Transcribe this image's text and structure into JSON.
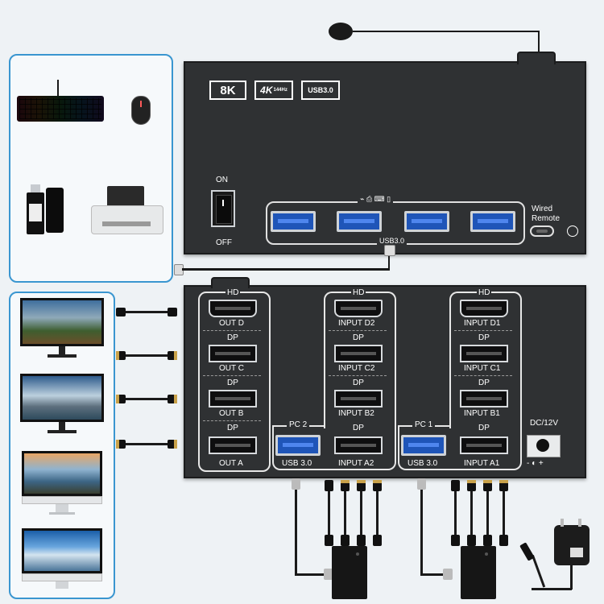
{
  "badges": {
    "res8k": "8K",
    "res4k": "4K",
    "hz": "144Hz",
    "usb": "USB3.0"
  },
  "top_unit": {
    "switch_on": "ON",
    "switch_off": "OFF",
    "usb_hub_label": "USB3.0",
    "wired_remote_line1": "Wired",
    "wired_remote_line2": "Remote"
  },
  "bottom_unit": {
    "out_d_hd": "HD",
    "out_d": "OUT D",
    "out_c_dp": "DP",
    "out_c": "OUT C",
    "out_b_dp": "DP",
    "out_b": "OUT B",
    "out_a_dp": "DP",
    "out_a": "OUT A",
    "pc2": {
      "hd": "HD",
      "input_d": "INPUT D2",
      "dp_c": "DP",
      "input_c": "INPUT C2",
      "dp_b": "DP",
      "input_b": "INPUT B2",
      "pc_label": "PC 2",
      "dp_a": "DP",
      "usb": "USB 3.0",
      "input_a": "INPUT A2"
    },
    "pc1": {
      "hd": "HD",
      "input_d": "INPUT D1",
      "dp_c": "DP",
      "input_c": "INPUT C1",
      "dp_b": "DP",
      "input_b": "INPUT B1",
      "pc_label": "PC 1",
      "dp_a": "DP",
      "usb": "USB 3.0",
      "input_a": "INPUT A1"
    },
    "dc_label": "DC/12V",
    "dc_polarity": "- ◐ +"
  },
  "icons": [
    "keyboard-icon",
    "mouse-icon",
    "usb-drive-icon",
    "printer-icon",
    "monitor-icon",
    "pc-tower-icon",
    "power-adapter-icon"
  ],
  "colors": {
    "panel_border": "#3a96d0",
    "device_body": "#2f3133",
    "usb_blue": "#1f55b8"
  }
}
